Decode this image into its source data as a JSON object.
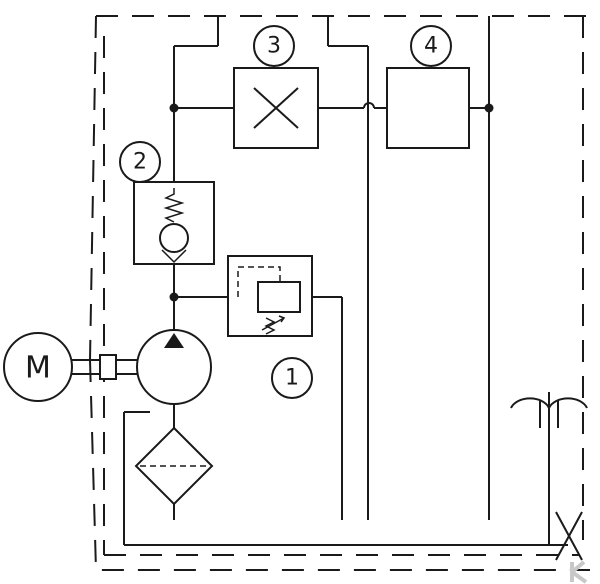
{
  "diagram": {
    "motor": {
      "label": "M"
    },
    "callouts": [
      {
        "id": "relief-valve",
        "label": "1"
      },
      {
        "id": "check-valve",
        "label": "2"
      },
      {
        "id": "valve-3",
        "label": "3"
      },
      {
        "id": "valve-4",
        "label": "4"
      }
    ],
    "colors": {
      "line": "#1a1a1a",
      "background": "#ffffff"
    }
  }
}
